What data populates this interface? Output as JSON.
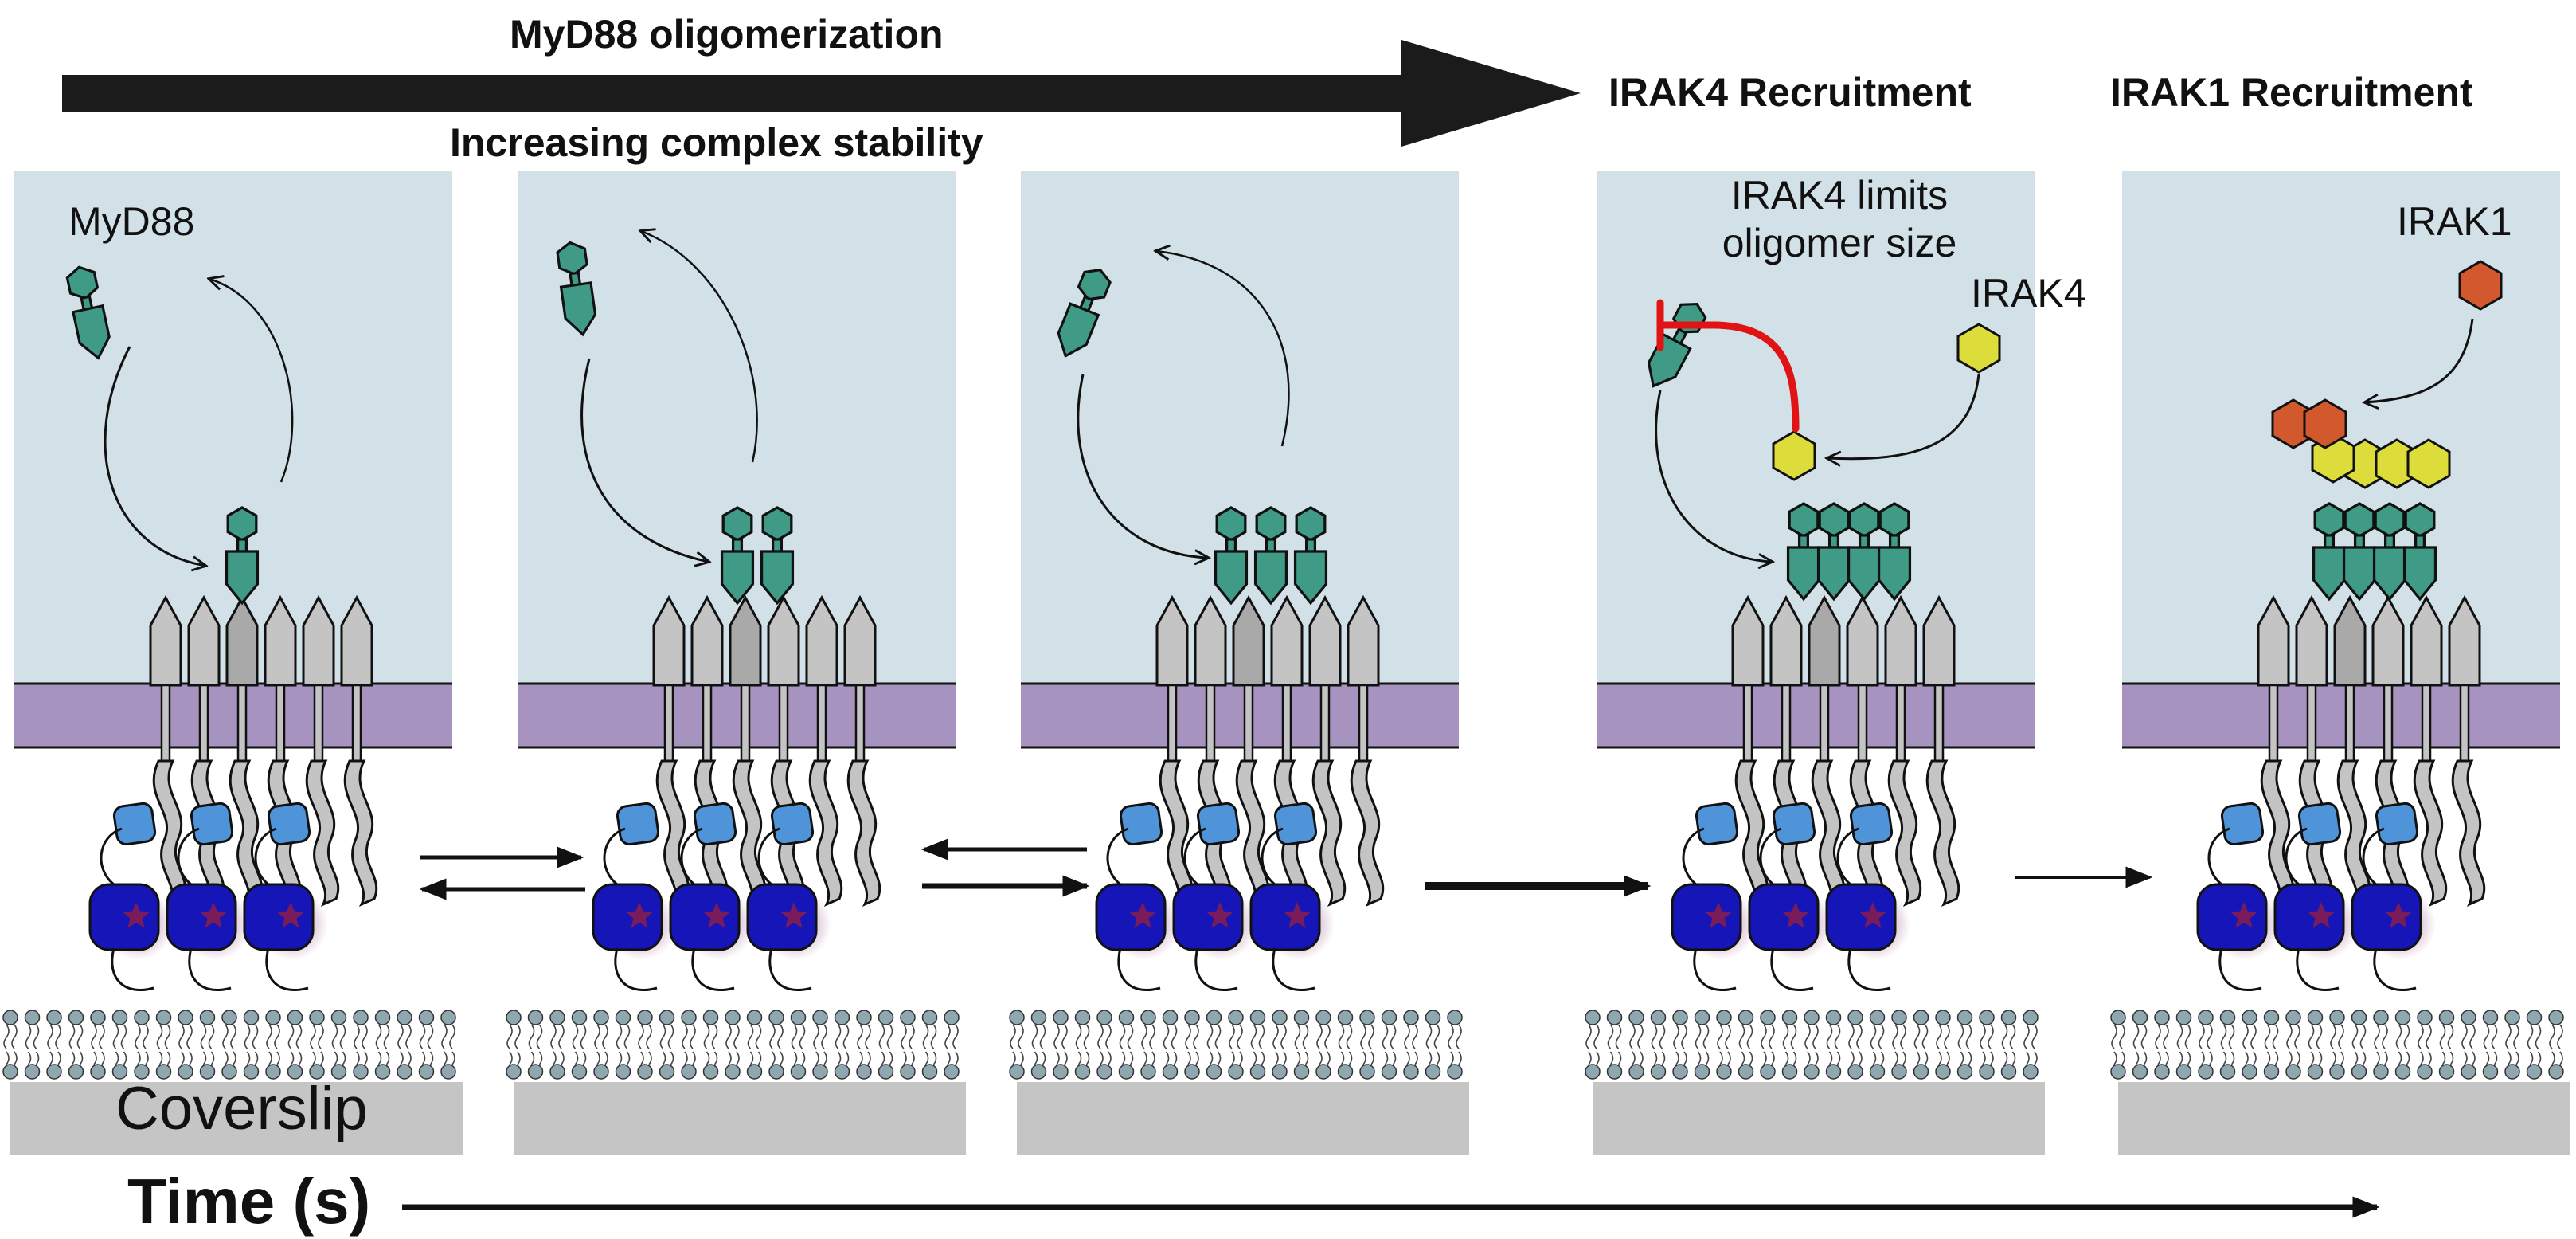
{
  "header": {
    "oligomerization_label": "MyD88 oligomerization",
    "stability_label": "Increasing complex stability",
    "irak4_stage_title": "IRAK4 Recruitment",
    "irak1_stage_title": "IRAK1 Recruitment"
  },
  "panels": [
    {
      "protein_label": "MyD88",
      "myd88_count": 1,
      "ligand_label": "",
      "note_lines": []
    },
    {
      "protein_label": "",
      "myd88_count": 2,
      "ligand_label": "",
      "note_lines": []
    },
    {
      "protein_label": "",
      "myd88_count": 3,
      "ligand_label": "",
      "note_lines": []
    },
    {
      "protein_label": "IRAK4",
      "myd88_count": 4,
      "ligand_label": "",
      "note_lines": [
        "IRAK4 limits",
        "oligomer size"
      ]
    },
    {
      "protein_label": "IRAK1",
      "myd88_count": 4,
      "ligand_label": "",
      "note_lines": []
    }
  ],
  "substrate_label": "Coverslip",
  "time_label": "Time (s)",
  "colors": {
    "cytoplasm": "#d2e0e7",
    "membrane": "#a793c0",
    "receptor": "#c4c4c4",
    "receptor_dark": "#a9a9a9",
    "myd88": "#3f9a86",
    "irak4": "#dcdc3a",
    "irak1": "#d2582e",
    "inhibition": "#e01414",
    "antibody_light": "#4f94d8",
    "antibody_dark": "#1515b8",
    "fluor": "#7a1b5a",
    "bilayer_head": "#8fa7ae",
    "coverslip": "#c5c5c5"
  },
  "icons": {
    "equilibrium_arrow": "double-harpoon-icon",
    "forward_arrow": "right-arrow-icon",
    "inhibition": "t-bar-inhibit-icon"
  }
}
